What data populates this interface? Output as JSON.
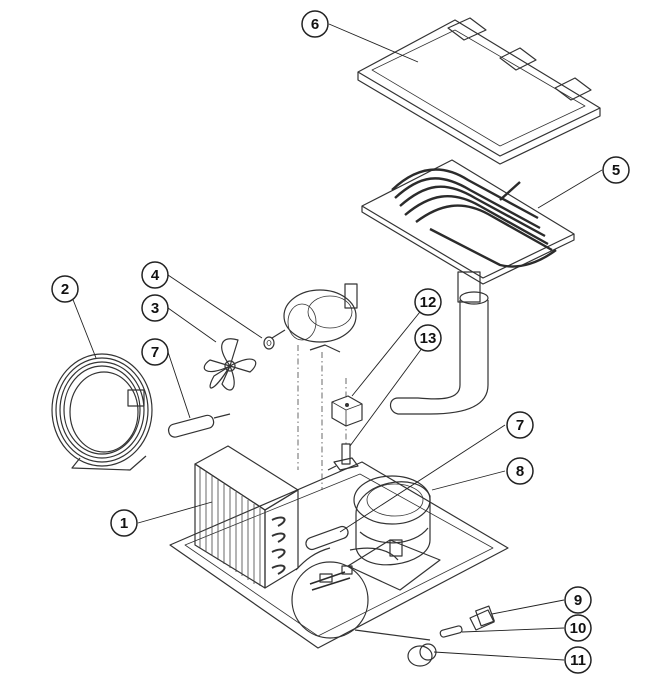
{
  "colors": {
    "ink": "#222222",
    "fill_light": "#e6e6e6",
    "fill_mid": "#cfcfcf",
    "fill_dark": "#9a9a9a",
    "background": "#ffffff"
  },
  "callouts": [
    {
      "id": "6",
      "label": "6",
      "part": "lid-panel"
    },
    {
      "id": "5",
      "label": "5",
      "part": "evaporator-plate"
    },
    {
      "id": "2",
      "label": "2",
      "part": "capillary-coil"
    },
    {
      "id": "4",
      "label": "4",
      "part": "fan-nut"
    },
    {
      "id": "12",
      "label": "12",
      "part": "solenoid-coil"
    },
    {
      "id": "3",
      "label": "3",
      "part": "fan-blade"
    },
    {
      "id": "13",
      "label": "13",
      "part": "solenoid-valve"
    },
    {
      "id": "7a",
      "label": "7",
      "part": "filter-drier-left"
    },
    {
      "id": "7b",
      "label": "7",
      "part": "filter-drier-right"
    },
    {
      "id": "8",
      "label": "8",
      "part": "compressor"
    },
    {
      "id": "1",
      "label": "1",
      "part": "condenser"
    },
    {
      "id": "9",
      "label": "9",
      "part": "fitting"
    },
    {
      "id": "10",
      "label": "10",
      "part": "valve-core"
    },
    {
      "id": "11",
      "label": "11",
      "part": "cap"
    }
  ]
}
